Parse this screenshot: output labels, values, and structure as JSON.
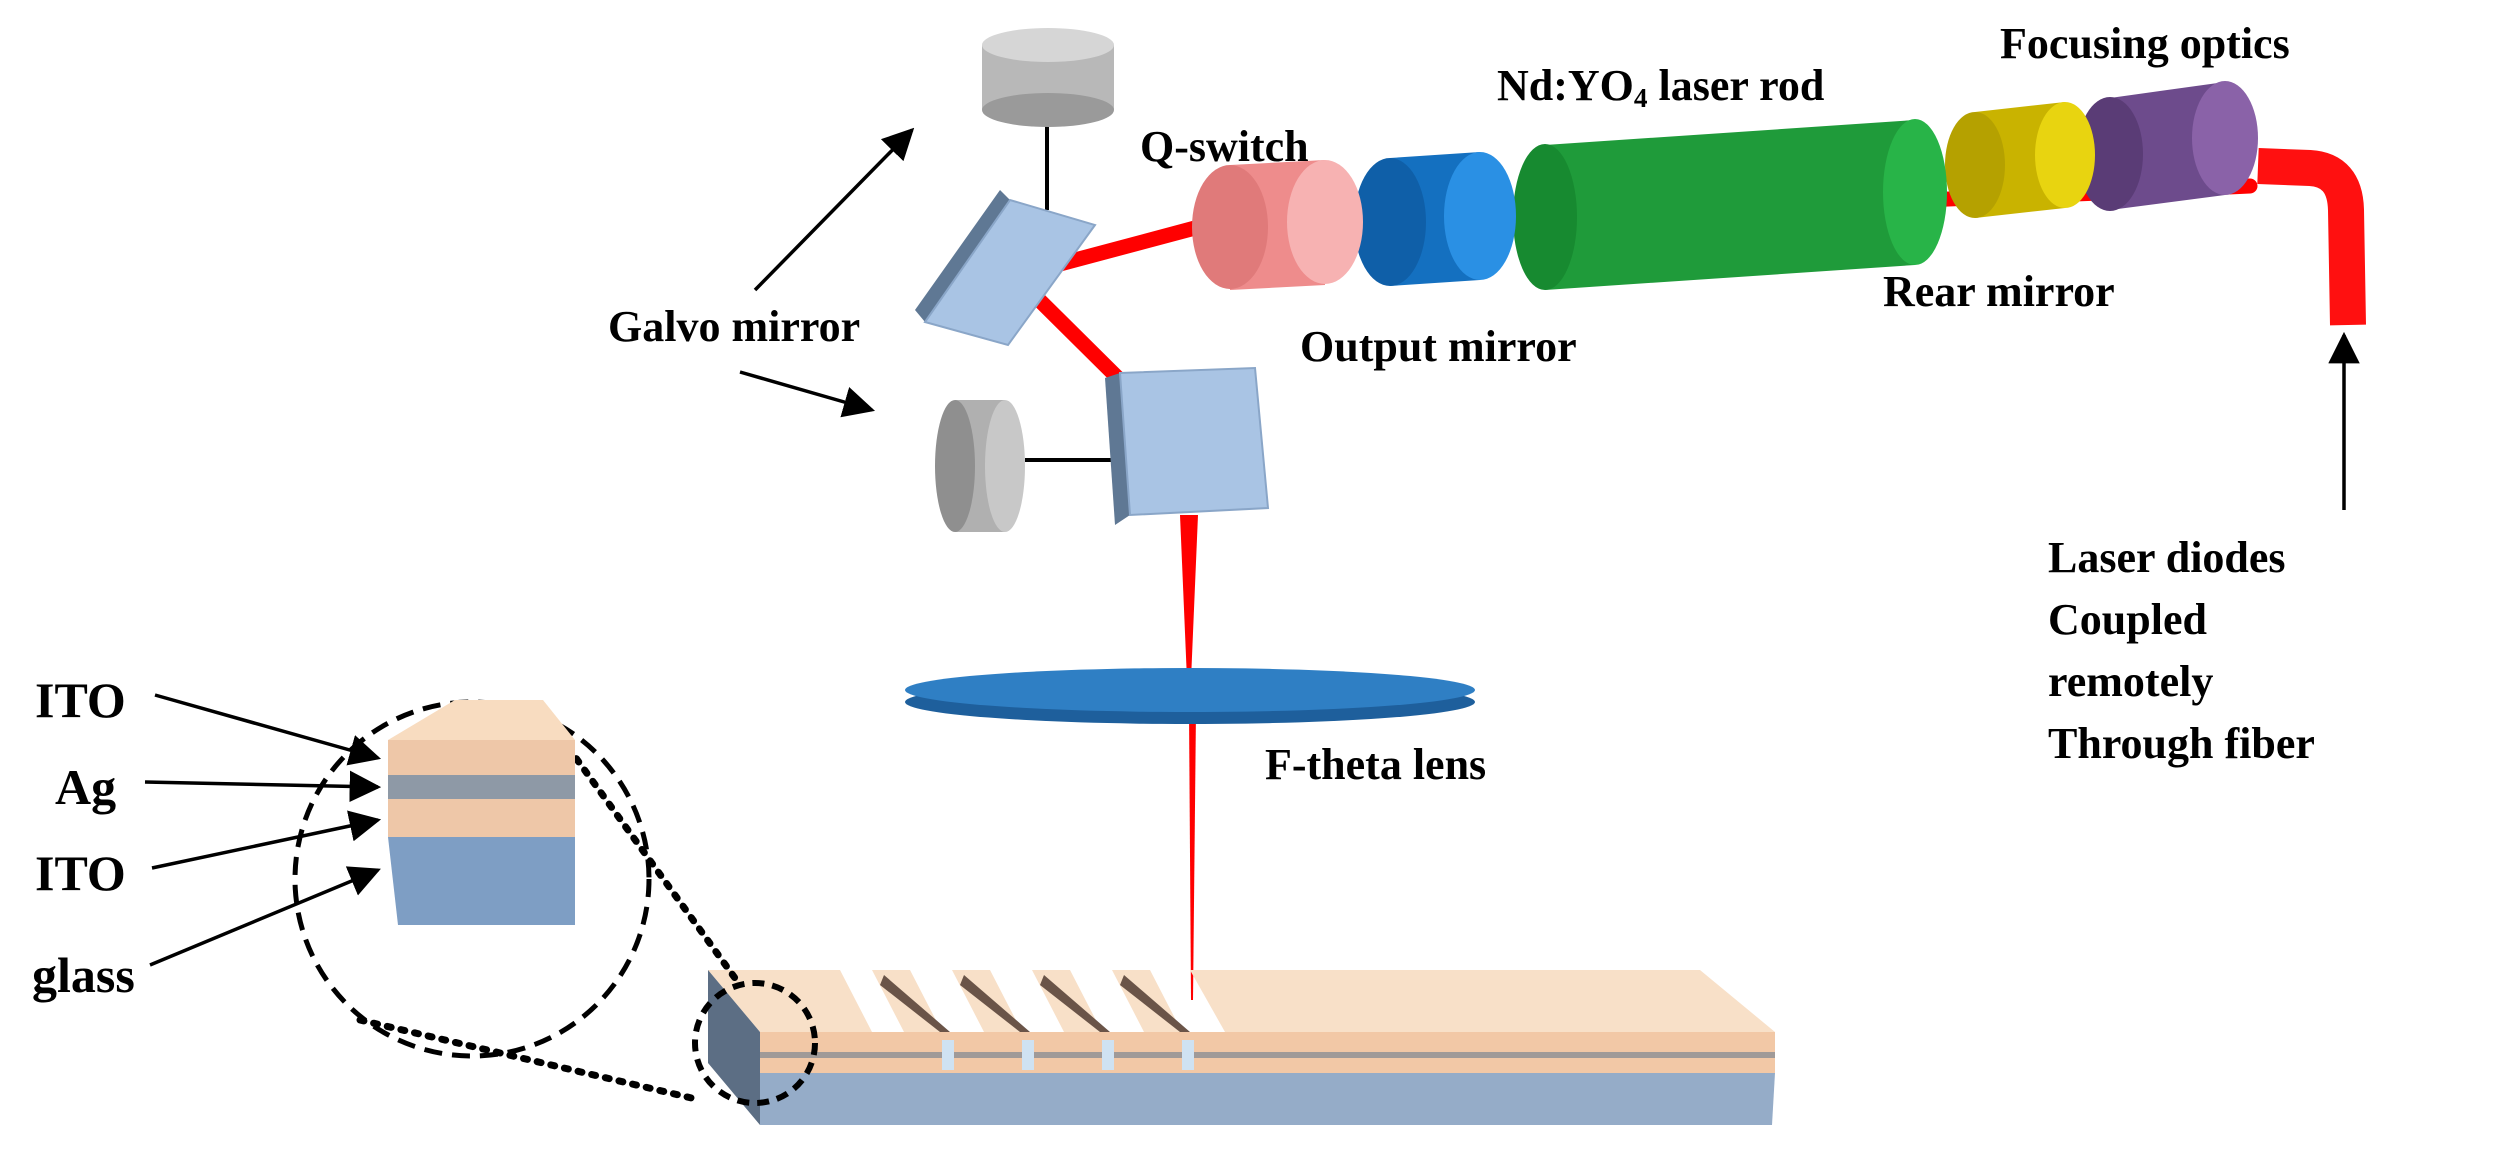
{
  "labels": {
    "focusing_optics": "Focusing optics",
    "laser_rod_prefix": "Nd:YO",
    "laser_rod_subscript": "4",
    "laser_rod_suffix": " laser rod",
    "q_switch": "Q-switch",
    "galvo_mirror": "Galvo mirror",
    "output_mirror": "Output mirror",
    "rear_mirror": "Rear mirror",
    "f_theta_lens": "F-theta lens",
    "laser_diodes": [
      "Laser diodes",
      "Coupled",
      "remotely",
      "Through fiber"
    ]
  },
  "layers": {
    "ito_top": "ITO",
    "ag": "Ag",
    "ito_bottom": "ITO",
    "glass": "glass"
  },
  "colors": {
    "laser_beam": "#ff0000",
    "q_switch": "#f4a0a0",
    "output_mirror": "#1a7fd4",
    "laser_rod": "#1f9b3a",
    "rear_mirror": "#e8d410",
    "focusing_optics": "#8a62a8",
    "galvo_mirror": "#a9c4e4",
    "galvo_motor": "#b8b8b8",
    "f_theta_lens": "#2f7fc4",
    "ito": "#f6d2b4",
    "ag": "#8e99a6",
    "glass": "#95acc8"
  }
}
